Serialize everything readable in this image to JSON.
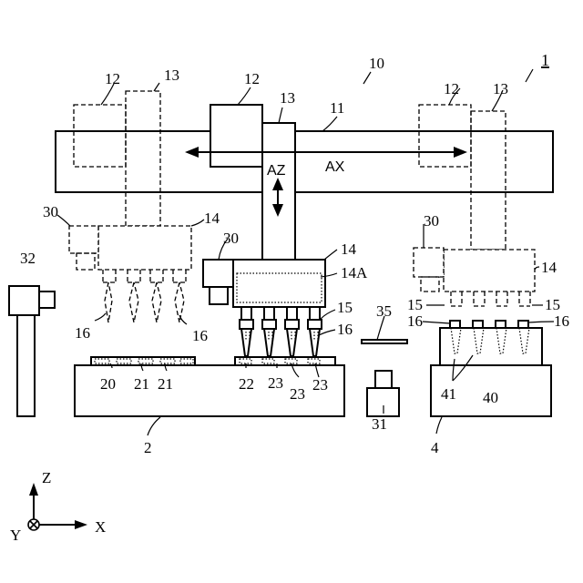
{
  "labels": {
    "system": "1",
    "apparatus": "10",
    "rail": "11",
    "carriage_12": "12",
    "column_13": "13",
    "head_14": "14",
    "head_14A": "14A",
    "nozzle_15": "15",
    "tip_16": "16",
    "camera_30": "30",
    "camera_31": "31",
    "camera_32": "32",
    "plate_35": "35",
    "table_2": "2",
    "table_4": "4",
    "tray_20": "20",
    "tray_21": "21",
    "tray_22": "22",
    "tray_23": "23",
    "rack_40": "40",
    "rack_41": "41",
    "axis_AX": "AX",
    "axis_AZ": "AZ",
    "coord_Z": "Z",
    "coord_X": "X",
    "coord_Y": "Y"
  }
}
